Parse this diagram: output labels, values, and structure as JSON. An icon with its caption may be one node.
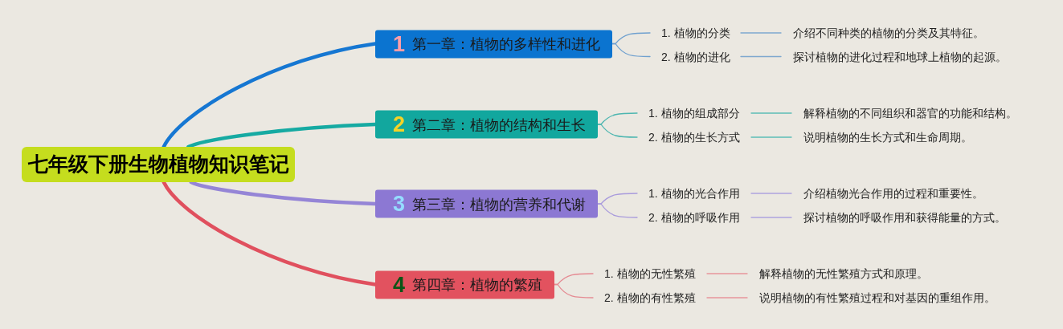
{
  "diagram": {
    "nodes": [
      {
        "text": [
          "七年级下册生物植物知识笔记"
        ]
      },
      {
        "text": [
          "1",
          "第一章：植物的多样性和进化"
        ]
      },
      {
        "text": [
          "1. 植物的分类"
        ]
      },
      {
        "text": [
          "介绍不同种类的植物的分类及其特征。"
        ]
      },
      {
        "text": [
          "2. 植物的进化"
        ]
      },
      {
        "text": [
          "探讨植物的进化过程和地球上植物的起源。"
        ]
      },
      {
        "text": [
          "2",
          "第二章：植物的结构和生长"
        ]
      },
      {
        "text": [
          "1. 植物的组成部分"
        ]
      },
      {
        "text": [
          "解释植物的不同组织和器官的功能和结构。"
        ]
      },
      {
        "text": [
          "2. 植物的生长方式"
        ]
      },
      {
        "text": [
          "说明植物的生长方式和生命周期。"
        ]
      },
      {
        "text": [
          "3",
          "第三章：植物的营养和代谢"
        ]
      },
      {
        "text": [
          "1. 植物的光合作用"
        ]
      },
      {
        "text": [
          "介绍植物光合作用的过程和重要性。"
        ]
      },
      {
        "text": [
          "2. 植物的呼吸作用"
        ]
      },
      {
        "text": [
          "探讨植物的呼吸作用和获得能量的方式。"
        ]
      },
      {
        "text": [
          "4",
          "第四章：植物的繁殖"
        ]
      },
      {
        "text": [
          "1. 植物的无性繁殖"
        ]
      },
      {
        "text": [
          "解释植物的无性繁殖方式和原理。"
        ]
      },
      {
        "text": [
          "2. 植物的有性繁殖"
        ]
      },
      {
        "text": [
          "说明植物的有性繁殖过程和对基因的重组作用。"
        ]
      }
    ],
    "edges": [
      {
        "from": 0,
        "to": 1,
        "arrow": "none",
        "style": "thick",
        "color": "#1677d2"
      },
      {
        "from": 1,
        "to": 2,
        "arrow": "none",
        "color": "#6fa0cf"
      },
      {
        "from": 2,
        "to": 3,
        "arrow": "none",
        "color": "#7fa8cf"
      },
      {
        "from": 1,
        "to": 4,
        "arrow": "none",
        "color": "#6fa0cf"
      },
      {
        "from": 4,
        "to": 5,
        "arrow": "none",
        "color": "#7fa8cf"
      },
      {
        "from": 0,
        "to": 6,
        "arrow": "none",
        "style": "thick",
        "color": "#16aaa2"
      },
      {
        "from": 6,
        "to": 7,
        "arrow": "none",
        "color": "#4db6b0"
      },
      {
        "from": 7,
        "to": 8,
        "arrow": "none",
        "color": "#5dbdb7"
      },
      {
        "from": 6,
        "to": 9,
        "arrow": "none",
        "color": "#4db6b0"
      },
      {
        "from": 9,
        "to": 10,
        "arrow": "none",
        "color": "#5dbdb7"
      },
      {
        "from": 0,
        "to": 11,
        "arrow": "none",
        "style": "thick",
        "color": "#9585d6"
      },
      {
        "from": 11,
        "to": 12,
        "arrow": "none",
        "color": "#a99bdc"
      },
      {
        "from": 12,
        "to": 13,
        "arrow": "none",
        "color": "#afa2de"
      },
      {
        "from": 11,
        "to": 14,
        "arrow": "none",
        "color": "#a99bdc"
      },
      {
        "from": 14,
        "to": 15,
        "arrow": "none",
        "color": "#afa2de"
      },
      {
        "from": 0,
        "to": 16,
        "arrow": "none",
        "style": "thick",
        "color": "#e0505e"
      },
      {
        "from": 16,
        "to": 17,
        "arrow": "none",
        "color": "#e58a92"
      },
      {
        "from": 17,
        "to": 18,
        "arrow": "none",
        "color": "#e8959c"
      },
      {
        "from": 16,
        "to": 19,
        "arrow": "none",
        "color": "#e58a92"
      },
      {
        "from": 19,
        "to": 20,
        "arrow": "none",
        "color": "#e8959c"
      }
    ]
  }
}
